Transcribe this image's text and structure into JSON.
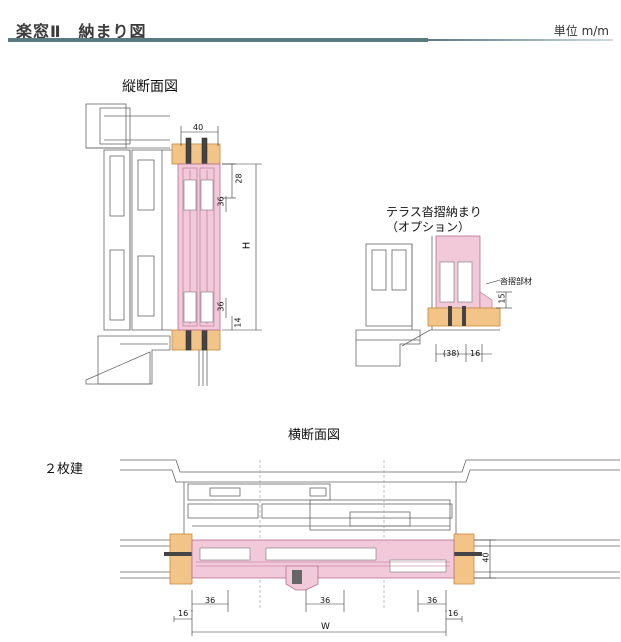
{
  "header": {
    "title": "楽窓Ⅱ　納まり図",
    "unit": "単位 m/m"
  },
  "sections": {
    "vertical_title": "縦断面図",
    "terrace_title_line1": "テラス沓摺納まり",
    "terrace_title_line2": "（オプション）",
    "horizontal_title": "横断面図",
    "two_panel_label": "２枚建"
  },
  "annotations": {
    "sill_member": "沓摺部材"
  },
  "dimensions": {
    "v_top_width": "40",
    "v_28": "28",
    "v_36_upper": "36",
    "v_H": "H",
    "v_36_lower": "36",
    "v_14": "14",
    "t_15": "15",
    "t_38": "(38)",
    "t_16": "16",
    "h_40": "40",
    "h_36_left": "36",
    "h_36_mid": "36",
    "h_36_right": "36",
    "h_16_left": "16",
    "h_16_right": "16",
    "h_W": "W"
  },
  "colors": {
    "frame_pink": "#f2c9d9",
    "frame_pink_dark": "#d58fae",
    "wood": "#f3c488",
    "wood_dark": "#d9944a",
    "header_bar": "#5a7a82",
    "line": "#555555"
  }
}
